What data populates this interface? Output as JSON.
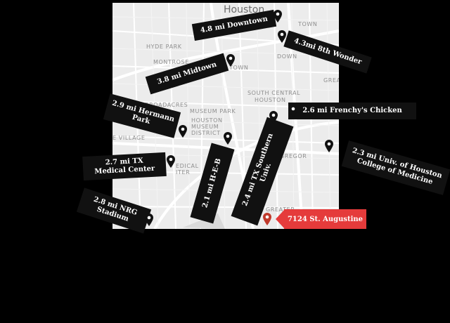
{
  "map": {
    "city": "Houston",
    "areas": [
      "TOWN",
      "HYDE PARK",
      "MONTROSE",
      "TOWN",
      "DOWN",
      "GREAT",
      "SOUTH CENTRAL",
      "HOUSTON",
      "BROADACRES",
      "MUSEUM PARK",
      "HOUSTON",
      "MUSEUM",
      "DISTRICT",
      "E VILLAGE",
      "GREGOR",
      "EDICAL",
      "ITER",
      "GREATER"
    ]
  },
  "labels": {
    "downtown": "4.8 mi Downtown",
    "eighth_wonder": "4.3mi 8th Wonder",
    "midtown": "3.8 mi Midtown",
    "hermann_l1": "2.9 mi Hermann",
    "hermann_l2": "Park",
    "frenchys": "2.6 mi Frenchy's Chicken",
    "tx_med_l1": "2.7 mi TX",
    "tx_med_l2": "Medical Center",
    "heb": "2.1 mi H-E-B",
    "tsu_l1": "2.4 mi TX Southern",
    "tsu_l2": "Univ.",
    "uh_l1": "2.3 mi Univ. of Houston",
    "uh_l2": "College of Medicine",
    "nrg_l1": "2.8 mi NRG",
    "nrg_l2": "Stadium",
    "destination": "7124 St. Augustine"
  },
  "colors": {
    "background": "#000000",
    "map_base": "#ececec",
    "label_bg": "#111111",
    "destination_bg": "#e53b3b",
    "pin": "#111111",
    "destination_pin": "#c0392b"
  },
  "icons": {
    "location": "map-pin-icon",
    "destination": "destination-pin-icon"
  }
}
